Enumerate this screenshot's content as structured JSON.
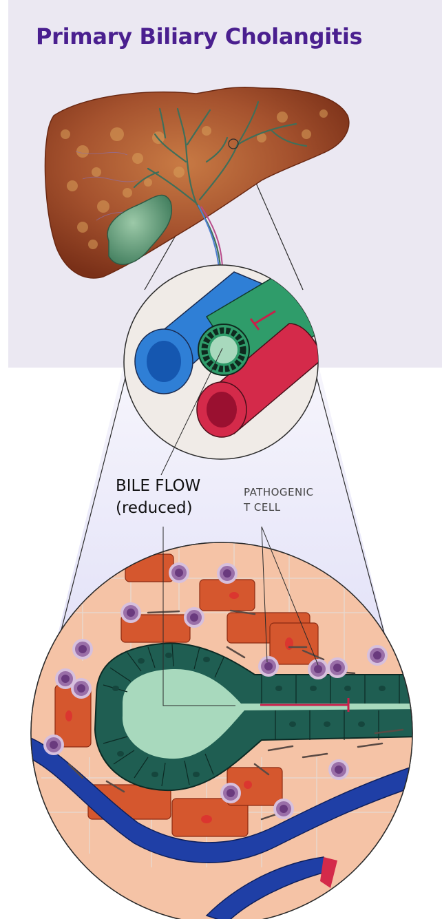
{
  "title": "Primary Biliary Cholangitis",
  "labels": {
    "bile_flow_line1": "BILE FLOW",
    "bile_flow_line2": "(reduced)",
    "tcell_line1": "PATHOGENIC",
    "tcell_line2": "T CELL"
  },
  "colors": {
    "title": "#4a1f8f",
    "panel_bg": "#ebe8f2",
    "liver": "#a5522e",
    "gallbladder": "#4f8f6d",
    "vein": "#2f7fd6",
    "artery": "#d42a4a",
    "bile_duct": "#2f9c6a",
    "epithelium": "#1f5e52",
    "lumen": "#a8d9bd",
    "hepatocyte": "#f5c3a6",
    "fibrous_cell": "#d5572e",
    "tcell": "#9a6fa8",
    "inhibit_marker": "#c8204a",
    "blood_vessel": "#1f3fa6"
  }
}
